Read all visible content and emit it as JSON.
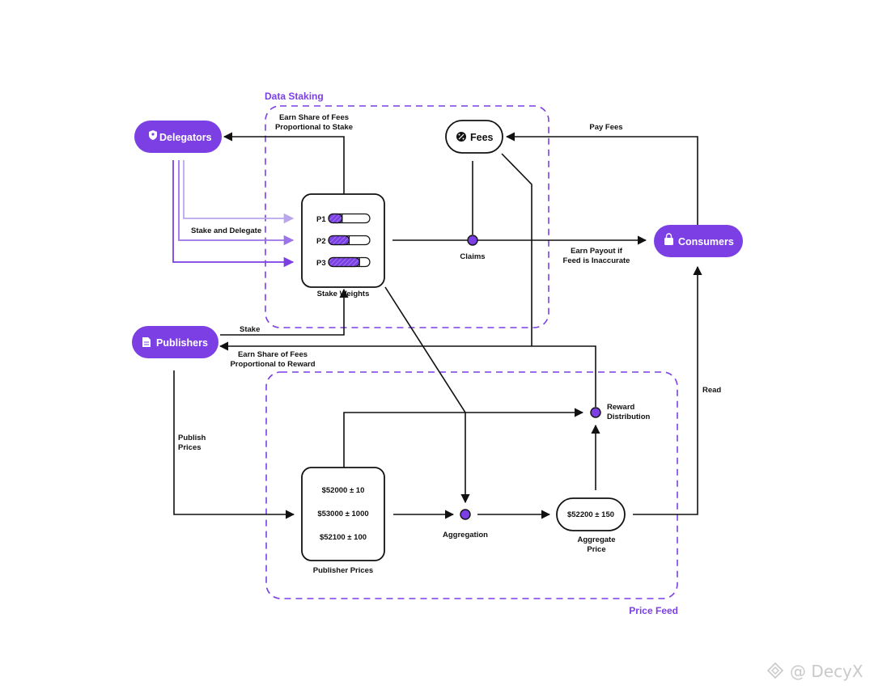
{
  "regions": {
    "data_staking": "Data Staking",
    "price_feed": "Price Feed"
  },
  "nodes": {
    "delegators": "Delegators",
    "consumers": "Consumers",
    "publishers": "Publishers",
    "fees": "Fees",
    "stake_weights": "Stake Weights",
    "publisher_prices": "Publisher Prices",
    "aggregate_price_line1": "Aggregate",
    "aggregate_price_line2": "Price",
    "aggregate_value": "$52200 ± 150"
  },
  "pools": [
    {
      "label": "P1",
      "fill": 0.33
    },
    {
      "label": "P2",
      "fill": 0.5
    },
    {
      "label": "P3",
      "fill": 0.75
    }
  ],
  "publisher_prices": [
    "$52000 ± 10",
    "$53000 ± 1000",
    "$52100 ± 100"
  ],
  "labels": {
    "earn_share_stake_1": "Earn Share of Fees",
    "earn_share_stake_2": "Proportional to Stake",
    "pay_fees": "Pay Fees",
    "stake_and_delegate": "Stake and Delegate",
    "claims": "Claims",
    "earn_payout_1": "Earn Payout if",
    "earn_payout_2": "Feed is Inaccurate",
    "stake": "Stake",
    "earn_share_reward_1": "Earn Share of Fees",
    "earn_share_reward_2": "Proportional to Reward",
    "read": "Read",
    "publish_prices_1": "Publish",
    "publish_prices_2": "Prices",
    "reward_distribution_1": "Reward",
    "reward_distribution_2": "Distribution",
    "aggregation": "Aggregation"
  },
  "watermark": "@ DecyX",
  "colors": {
    "accent": "#7b3fe4",
    "accent_light": "#b9a6ec",
    "accent_mid": "#9a74e8",
    "line": "#111111"
  }
}
